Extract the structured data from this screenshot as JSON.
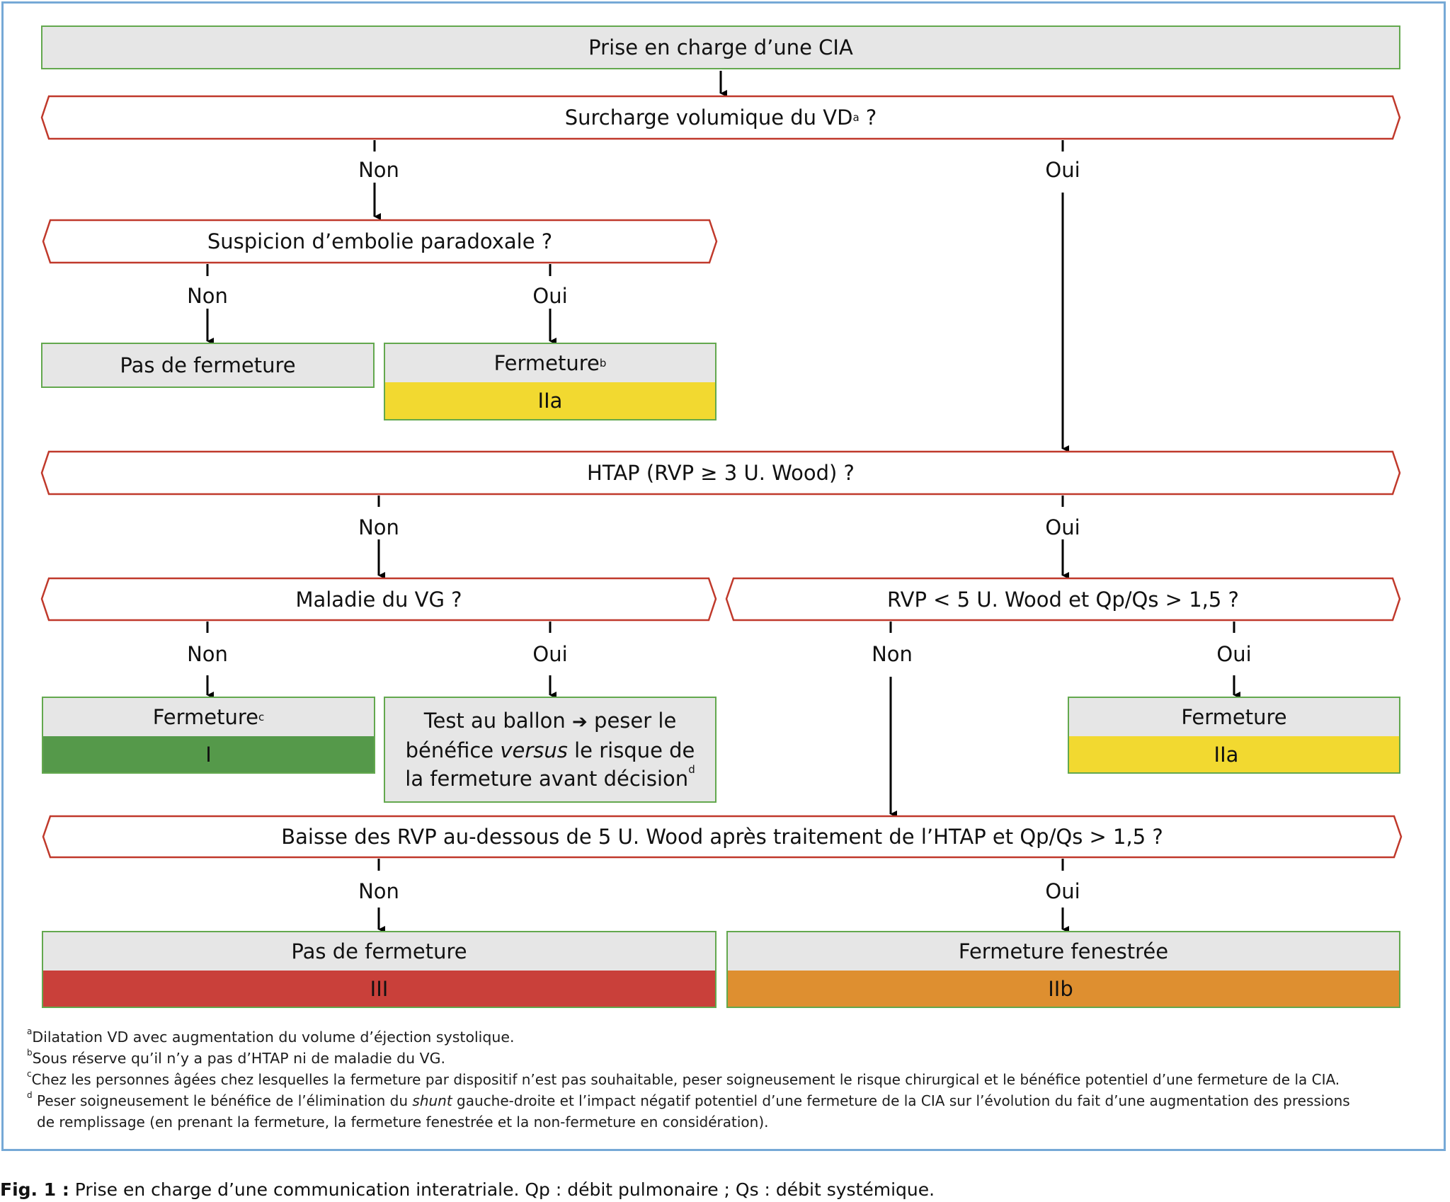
{
  "boxes": {
    "top": "Prise en charge d’une CIA",
    "pas_fermeture_1": "Pas de fermeture",
    "fermeture_b": "Fermeture",
    "fermeture_b_sup": "b",
    "grade_IIa_1": "IIa",
    "fermeture_c": "Fermeture",
    "fermeture_c_sup": "c",
    "grade_I": "I",
    "test_ballon": {
      "line1_a": "Test au ballon",
      "line1_arrow": "➔",
      "line1_b": "peser le",
      "line2_a": "bénéfice",
      "line2_em": "versus",
      "line2_b": "le risque de",
      "line3": "la fermeture avant décision",
      "line3_sup": "d"
    },
    "fermeture_2": "Fermeture",
    "grade_IIa_2": "IIa",
    "pas_fermeture_2": "Pas de fermeture",
    "grade_III": "III",
    "fermeture_fenestree": "Fermeture fenestrée",
    "grade_IIb": "IIb"
  },
  "questions": {
    "q1": "Surcharge volumique du VD",
    "q1_sup": "a",
    "q1_end": " ?",
    "q2": "Suspicion d’embolie paradoxale ?",
    "q3": "HTAP (RVP ≥ 3 U. Wood) ?",
    "q4": "Maladie du VG ?",
    "q5": "RVP < 5 U. Wood et Qp/Qs > 1,5 ?",
    "q6": "Baisse des RVP au-dessous de 5 U. Wood après traitement de l’HTAP et Qp/Qs > 1,5 ?"
  },
  "labels": {
    "non": "Non",
    "oui": "Oui"
  },
  "footnotes": {
    "a_sup": "a",
    "a": "Dilatation VD avec augmentation du volume d’éjection systolique.",
    "b_sup": "b",
    "b": "Sous réserve qu’il n’y a pas d’HTAP ni de maladie du VG.",
    "c_sup": "c",
    "c": "Chez les personnes âgées chez lesquelles la fermeture par dispositif n’est pas souhaitable, peser soigneusement le risque chirurgical et le bénéfice potentiel d’une fermeture de la CIA.",
    "d_sup": "d",
    "d_a": " Peser soigneusement le bénéfice de l’élimination du ",
    "d_em": "shunt",
    "d_b": " gauche-droite et l’impact négatif potentiel d’une fermeture de la CIA sur l’évolution du fait d’une augmentation des pressions",
    "d_line2": "de remplissage (en prenant la fermeture, la fermeture fenestrée et la non-fermeture en considération)."
  },
  "caption": {
    "bold": "Fig. 1 :",
    "text": " Prise en charge d’une communication interatriale. Qp : débit pulmonaire ; Qs : débit systémique."
  },
  "colors": {
    "box_border": "#63a84e",
    "box_fill": "#e6e6e6",
    "question_border": "#c0392b",
    "grade_yellow": "#f2d930",
    "grade_green": "#55994a",
    "grade_red": "#c9403a",
    "grade_orange": "#de8f30",
    "frame_border": "#76a9d6"
  }
}
